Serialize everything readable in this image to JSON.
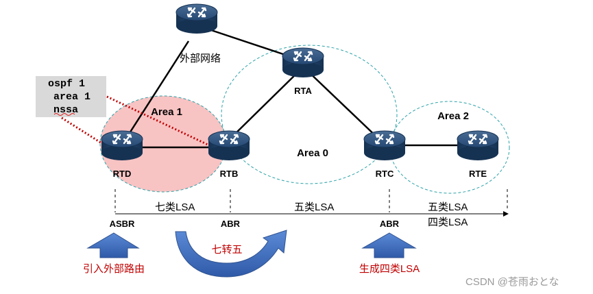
{
  "config_box": {
    "line1": "ospf 1",
    "line2": "area 1",
    "line3": "nssa"
  },
  "routers": {
    "ext": "外部网络",
    "rta": "RTA",
    "rtb": "RTB",
    "rtc": "RTC",
    "rtd": "RTD",
    "rte": "RTE"
  },
  "areas": {
    "area0": "Area 0",
    "area1": "Area 1",
    "area2": "Area 2"
  },
  "timeline": {
    "seg1": "七类LSA",
    "seg2": "五类LSA",
    "seg3a": "五类LSA",
    "seg3b": "四类LSA",
    "role_asbr": "ASBR",
    "role_abr1": "ABR",
    "role_abr2": "ABR"
  },
  "actions": {
    "import": "引入外部路由",
    "convert": "七转五",
    "generate": "生成四类LSA"
  },
  "watermark": "CSDN @苍雨おとな",
  "colors": {
    "area1_fill": "#f8c3c3",
    "area_border": "#2aa1a8",
    "router_body": "#1f3f66",
    "arrow_blue": "#4472c4",
    "red_dotted": "#c00000",
    "config_bg": "#d9d9d9"
  }
}
